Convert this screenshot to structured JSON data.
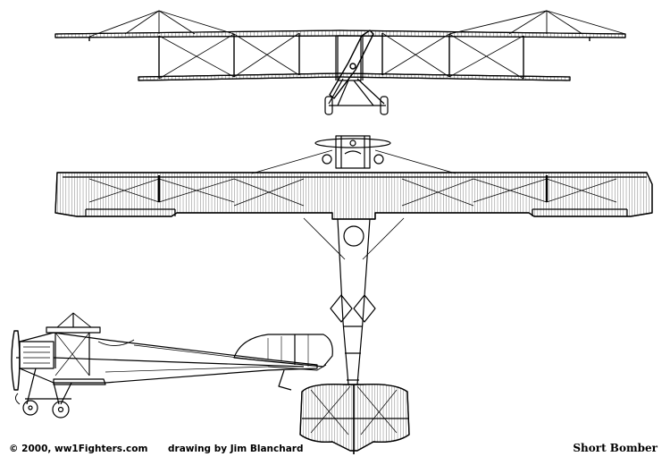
{
  "captions": {
    "copyright": "© 2000, ww1Fighters.com",
    "credit": "drawing by Jim Blanchard",
    "aircraft": "Short Bomber"
  }
}
